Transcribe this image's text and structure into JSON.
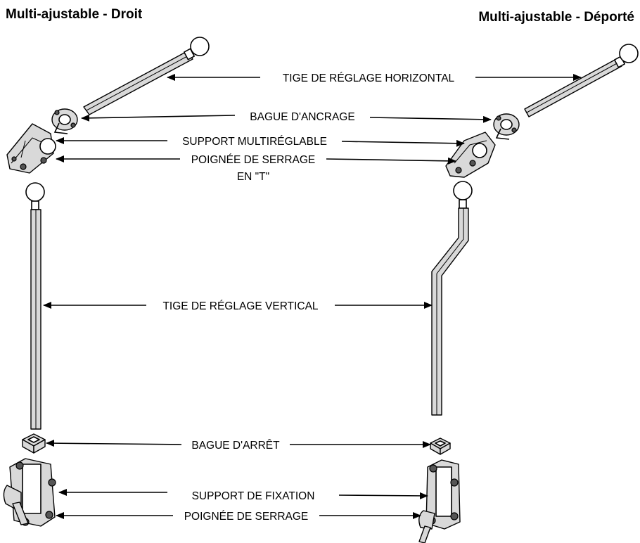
{
  "titles": {
    "left": "Multi-ajustable - Droit",
    "right": "Multi-ajustable - Déporté"
  },
  "labels": {
    "tige_horizontal": "TIGE DE RÉGLAGE HORIZONTAL",
    "bague_ancrage": "BAGUE D'ANCRAGE",
    "support_multireglable": "SUPPORT MULTIRÉGLABLE",
    "poignee_t_line1": "POIGNÉE DE SERRAGE",
    "poignee_t_line2": "EN \"T\"",
    "tige_vertical": "TIGE DE RÉGLAGE VERTICAL",
    "bague_arret": "BAGUE D'ARRÊT",
    "support_fixation": "SUPPORT DE FIXATION",
    "poignee_serrage": "POIGNÉE DE SERRAGE"
  }
}
